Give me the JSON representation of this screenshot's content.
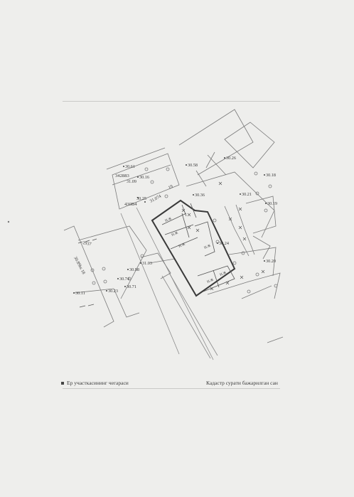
{
  "legend": {
    "boundary_label": "Ер участкасининг чегараси",
    "surveyor_label": "Кадастр сурати бажарилган сан"
  },
  "elevations": [
    "30.61",
    "30.16",
    "31.09",
    "30.58",
    "30.26",
    "30.18",
    "30.36",
    "30.21",
    "30.19",
    "30.25",
    "31.074",
    "30.24",
    "30.20",
    "31.03",
    "30.98",
    "30.74",
    "30.71",
    "30.23",
    "30.11"
  ],
  "parcel_codes": [
    "342883",
    "430B4"
  ],
  "street_labels": [
    "2937",
    "30.89bs 18",
    "19"
  ],
  "building_labels": [
    "Н.Ж"
  ]
}
